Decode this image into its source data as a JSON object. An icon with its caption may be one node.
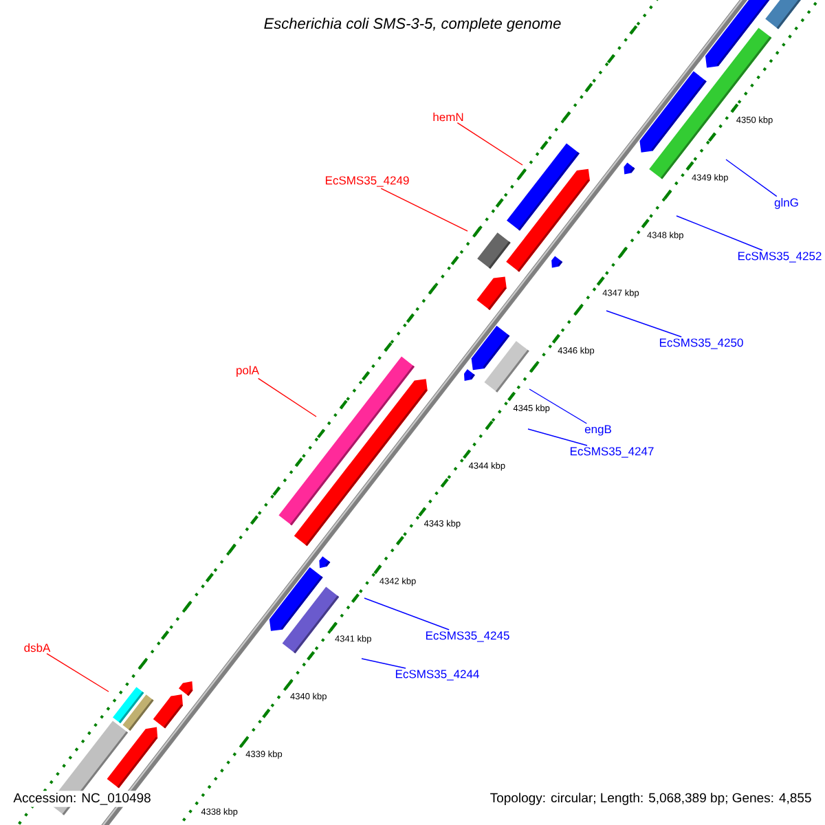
{
  "diagram": {
    "title": "Escherichia coli SMS-3-5, complete genome",
    "nodes": [
      {
        "text": [
          "hemN"
        ]
      },
      {
        "text": [
          "EcSMS35_4249"
        ]
      },
      {
        "text": [
          "polA"
        ]
      },
      {
        "text": [
          "dsbA"
        ]
      },
      {
        "text": [
          "glnG"
        ]
      },
      {
        "text": [
          "EcSMS35_4252"
        ]
      },
      {
        "text": [
          "EcSMS35_4250"
        ]
      },
      {
        "text": [
          "engB"
        ]
      },
      {
        "text": [
          "EcSMS35_4247"
        ]
      },
      {
        "text": [
          "EcSMS35_4245"
        ]
      },
      {
        "text": [
          "EcSMS35_4244"
        ]
      }
    ],
    "edges": [
      {
        "from": 0,
        "to": null,
        "arrow": "none",
        "color": "#ff0000"
      },
      {
        "from": 1,
        "to": null,
        "arrow": "none",
        "color": "#ff0000"
      },
      {
        "from": 2,
        "to": null,
        "arrow": "none",
        "color": "#ff0000"
      },
      {
        "from": 3,
        "to": null,
        "arrow": "none",
        "color": "#ff0000"
      },
      {
        "from": 4,
        "to": null,
        "arrow": "none"
      },
      {
        "from": 5,
        "to": null,
        "arrow": "none"
      },
      {
        "from": 6,
        "to": null,
        "arrow": "none"
      },
      {
        "from": 7,
        "to": null,
        "arrow": "none"
      },
      {
        "from": 8,
        "to": null,
        "arrow": "none"
      },
      {
        "from": 9,
        "to": null,
        "arrow": "none"
      },
      {
        "from": 10,
        "to": null,
        "arrow": "none"
      }
    ],
    "labels": [
      "4350 kbp",
      "4349 kbp",
      "4348 kbp",
      "4347 kbp",
      "4346 kbp",
      "4345 kbp",
      "4344 kbp",
      "4343 kbp",
      "4342 kbp",
      "4341 kbp",
      "4340 kbp",
      "4339 kbp",
      "4338 kbp",
      "Accession: NC_010498",
      "Topology: circular; Length: 5,068,389 bp; Genes: 4,855"
    ]
  }
}
